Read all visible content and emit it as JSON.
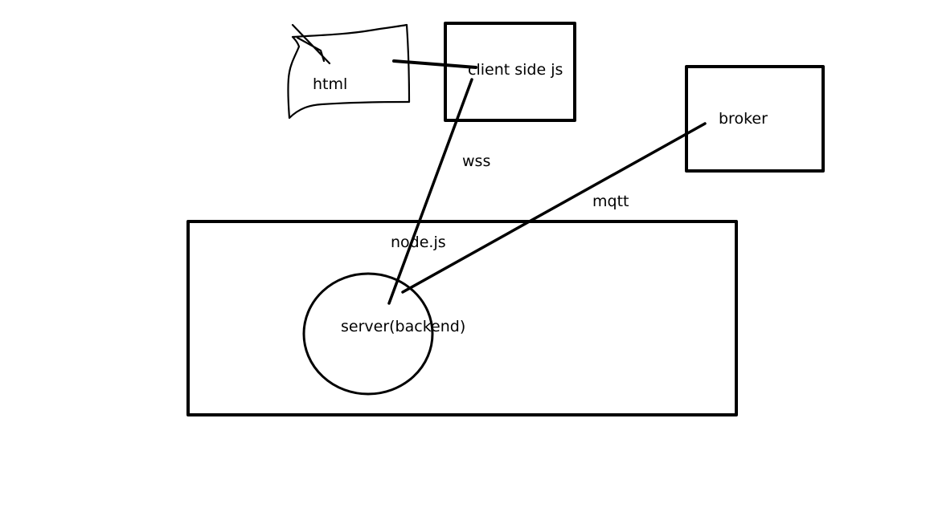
{
  "diagram": {
    "nodes": {
      "html": {
        "label": "html",
        "shape": "hand-drawn-document"
      },
      "client": {
        "label": "client side js",
        "shape": "rectangle"
      },
      "broker": {
        "label": "broker",
        "shape": "rectangle"
      },
      "nodejs": {
        "label": "node.js",
        "shape": "rectangle"
      },
      "server": {
        "label": "server(backend)",
        "shape": "circle"
      }
    },
    "edges": [
      {
        "from": "html",
        "to": "client side js",
        "label": ""
      },
      {
        "from": "client side js",
        "to": "server(backend)",
        "label": "wss"
      },
      {
        "from": "broker",
        "to": "server(backend)",
        "label": "mqtt"
      }
    ],
    "colors": {
      "ink": "#000000",
      "background": "#ffffff"
    }
  }
}
